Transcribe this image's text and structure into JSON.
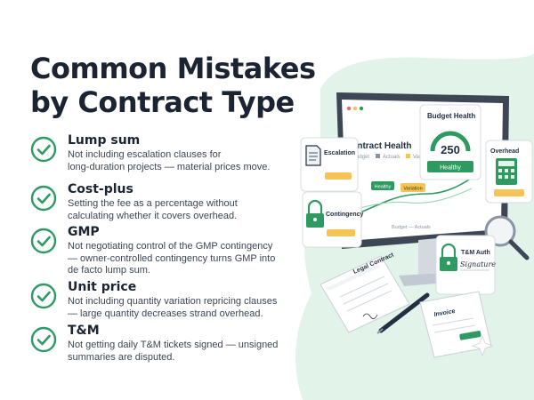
{
  "title_lines": [
    "Common Mistakes",
    "by Contract Type"
  ],
  "items": [
    {
      "title": "Lump sum",
      "description": "Not including escalation clauses for\nlong-duration projects — material prices move."
    },
    {
      "title": "Cost-plus",
      "description": "Setting the fee as a percentage without\ncalculating whether it covers overhead."
    },
    {
      "title": "GMP",
      "description": "Not negotiating control of the GMP contingency\n— owner-controlled contingency turns GMP into\nde facto lump sum."
    },
    {
      "title": "Unit price",
      "description": "Not including quantity variation repricing clauses\n— large quantity decreases strand overhead."
    },
    {
      "title": "T&M",
      "description": "Not getting daily T&M tickets signed — unsigned\nsummaries are disputed."
    }
  ],
  "illustration": {
    "monitor": {
      "header": "Contract Health",
      "legend": [
        "Budget",
        "Actuals",
        "Variation"
      ],
      "tags": [
        "Healthy",
        "Variation"
      ],
      "footer": "Budget — Actuals"
    },
    "cards": {
      "budget_health": {
        "label": "Budget Health",
        "value": "250",
        "status": "Healthy"
      },
      "escalation": "Escalation",
      "overhead": "Overhead",
      "contingency": "Contingency",
      "tm_auth": {
        "label": "T&M Auth",
        "signature": "Signature"
      },
      "legal_contract": "Legal Contract",
      "invoice": "Invoice"
    }
  },
  "colors": {
    "accent": "#2e9a62",
    "accent_dark": "#1f7a4a",
    "mint_bg": "#e2f3ea",
    "warn": "#f5c454",
    "text": "#1b2433"
  },
  "icons": [
    "check-circle-icon",
    "document-icon",
    "padlock-icon",
    "calculator-icon",
    "gauge-icon",
    "magnifier-icon",
    "pen-icon",
    "sparkle-icon"
  ]
}
